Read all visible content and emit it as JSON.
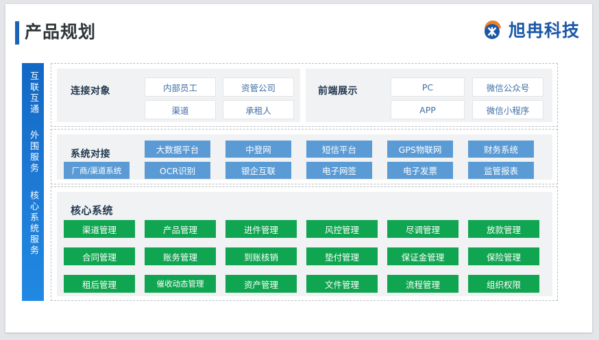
{
  "header": {
    "title": "产品规划",
    "logo_text": "旭冉科技",
    "logo_icon": "circle-x-badge-icon",
    "accent_color": "#1a63b8",
    "logo_color": "#1a57a8"
  },
  "sidebar": {
    "bar_color": "#1d7bd6",
    "labels": [
      {
        "name": "interconnect",
        "text": "互联互通"
      },
      {
        "name": "peripheral-services",
        "text": "外围服务"
      },
      {
        "name": "core-system-services",
        "text": "核心系统服务"
      }
    ]
  },
  "sections": [
    {
      "name": "connection-targets",
      "heading": "连接对象",
      "tile_style": "white",
      "tiles": [
        "内部员工",
        "资管公司",
        "渠道",
        "承租人"
      ]
    },
    {
      "name": "frontend-display",
      "heading": "前端展示",
      "tile_style": "white",
      "tiles": [
        "PC",
        "微信公众号",
        "APP",
        "微信小程序"
      ]
    },
    {
      "name": "system-integration",
      "heading": "系统对接",
      "tile_style": "blue",
      "tile_color": "#5b9bd5",
      "row1": [
        "大数据平台",
        "中登网",
        "短信平台",
        "GPS物联网",
        "财务系统"
      ],
      "row2": [
        "厂商/渠道系统",
        "OCR识别",
        "银企互联",
        "电子网签",
        "电子发票",
        "监管报表"
      ]
    },
    {
      "name": "core-system",
      "heading": "核心系统",
      "tile_style": "green",
      "tile_color": "#10a550",
      "row1": [
        "渠道管理",
        "产品管理",
        "进件管理",
        "风控管理",
        "尽调管理",
        "放款管理"
      ],
      "row2": [
        "合同管理",
        "账务管理",
        "到账核销",
        "垫付管理",
        "保证金管理",
        "保险管理"
      ],
      "row3": [
        "租后管理",
        "催收动态管理",
        "资产管理",
        "文件管理",
        "流程管理",
        "组织权限"
      ]
    }
  ]
}
